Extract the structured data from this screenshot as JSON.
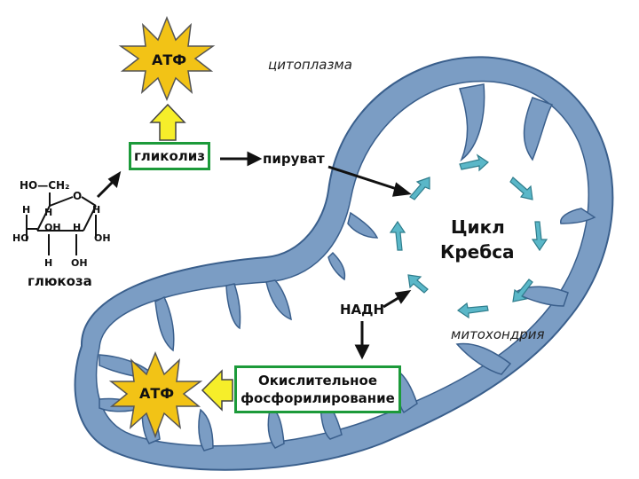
{
  "labels": {
    "cytoplasm": "цитоплазма",
    "mitochondria": "митохондрия",
    "atp_top": "АТФ",
    "atp_bottom": "АТФ",
    "glycolysis": "гликолиз",
    "pyruvate": "пируват",
    "glucose": "глюкоза",
    "krebs_line1": "Цикл",
    "krebs_line2": "Кребса",
    "nadh": "НАДН",
    "oxphos_line1": "Окислительное",
    "oxphos_line2": "фосфорилирование"
  },
  "glucose_formula": {
    "ch2": "HO—CH₂",
    "ring_o": "O",
    "h": "H",
    "oh": "OH",
    "ho": "HO"
  },
  "colors": {
    "membrane": "#7b9dc4",
    "membrane_stroke": "#3a5f8c",
    "box_border": "#1c9a3a",
    "star_fill": "#f2c316",
    "arrow_yellow": "#f6ee2a",
    "cycle_arrow": "#5ab7c8"
  }
}
